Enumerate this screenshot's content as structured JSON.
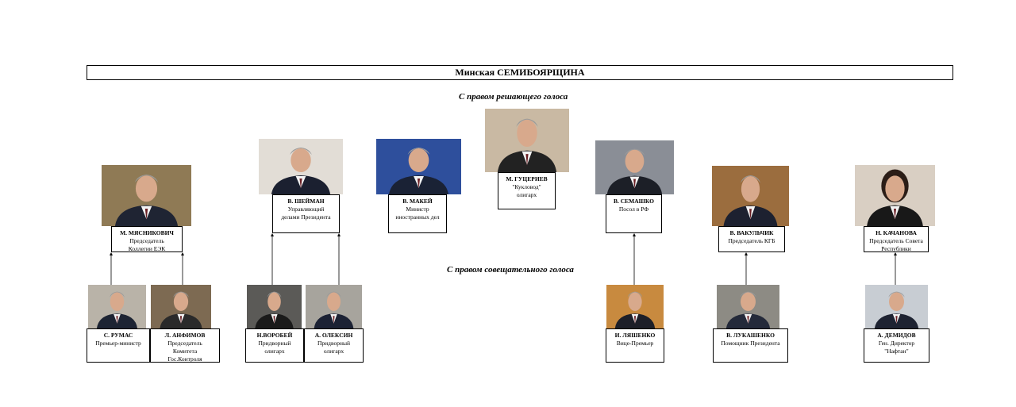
{
  "title": "Минская СЕМИБОЯРЩИНА",
  "section_decisive": "С правом решающего голоса",
  "section_advisory": "С правом совещательного голоса",
  "decisive": [
    {
      "name": "М. МЯСНИКОВИЧ",
      "role": "Председатель\nКоллегии ЕЭК",
      "bg": "#8f7a55",
      "suit": "#1f2433"
    },
    {
      "name": "В. ШЕЙМАН",
      "role": "Управляющий\nделами Президента",
      "bg": "#e2ddd6",
      "suit": "#1b2030"
    },
    {
      "name": "В. МАКЕЙ",
      "role": "Министр\nиностранных дел",
      "bg": "#2e4f9c",
      "suit": "#1a2235"
    },
    {
      "name": "М. ГУЦЕРИЕВ",
      "role": "\"Кукловод\"\nолигарх",
      "bg": "#c9b9a3",
      "suit": "#222222"
    },
    {
      "name": "В. СЕМАШКО",
      "role": "Посол в РФ",
      "bg": "#8a8e96",
      "suit": "#1c1f27"
    },
    {
      "name": "В. ВАКУЛЬЧИК",
      "role": "Председатель КГБ",
      "bg": "#9b6d3e",
      "suit": "#1d2130"
    },
    {
      "name": "Н. КАЧАНОВА",
      "role": "Председатель Совета\nРеспублики",
      "bg": "#d9cfc3",
      "suit": "#181818"
    }
  ],
  "advisory": [
    {
      "name": "С. РУМАС",
      "role": "Премьер-министр",
      "bg": "#b9b3a8",
      "suit": "#1d2433"
    },
    {
      "name": "Л. АНФИМОВ",
      "role": "Председатель\nКомитета\nГос.Контроля",
      "bg": "#7d6a52",
      "suit": "#2a2a2a"
    },
    {
      "name": "Н.ВОРОБЕЙ",
      "role": "Придворный\nолигарх",
      "bg": "#5b5a57",
      "suit": "#1a1a1a"
    },
    {
      "name": "А. ОЛЕКСИН",
      "role": "Придворный\nолигарх",
      "bg": "#a7a49d",
      "suit": "#1c2234"
    },
    {
      "name": "И. ЛЯШЕНКО",
      "role": "Вице-Премьер",
      "bg": "#c88a3f",
      "suit": "#1d1f28"
    },
    {
      "name": "В. ЛУКАШЕНКО",
      "role": "Помощник Президента",
      "bg": "#8d8b84",
      "suit": "#242a3a"
    },
    {
      "name": "А. ДЕМИДОВ",
      "role": "Ген. Директор\n\"Нафтан\"",
      "bg": "#c8cdd3",
      "suit": "#1e2332"
    }
  ]
}
